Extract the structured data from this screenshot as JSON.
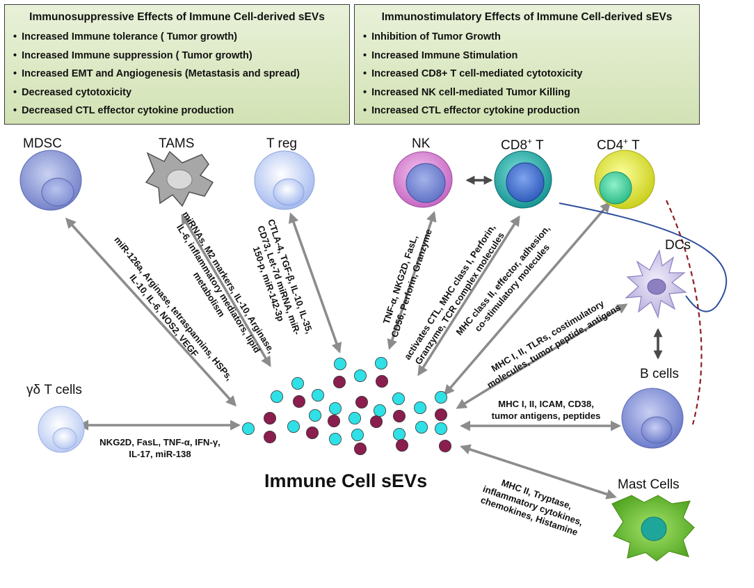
{
  "panels": {
    "suppressive": {
      "title": "Immunosuppressive Effects of Immune Cell-derived sEVs",
      "items": [
        "Increased Immune tolerance ( Tumor growth)",
        "Increased Immune suppression ( Tumor growth)",
        "Increased EMT and Angiogenesis (Metastasis and spread)",
        "Decreased cytotoxicity",
        "Decreased CTL effector cytokine production"
      ]
    },
    "stimulatory": {
      "title": "Immunostimulatory Effects of Immune Cell-derived sEVs",
      "items": [
        "Inhibition of Tumor Growth",
        "Increased Immune Stimulation",
        "Increased CD8+ T cell-mediated cytotoxicity",
        "Increased NK cell-mediated Tumor Killing",
        "Increased CTL effector cytokine production"
      ]
    }
  },
  "cells": {
    "mdsc": "MDSC",
    "tams": "TAMS",
    "treg": "T reg",
    "nk": "NK",
    "cd8": "CD8",
    "cd8_sup": "+",
    "cd8_suffix": " T",
    "cd4": "CD4",
    "cd4_sup": "+",
    "cd4_suffix": " T",
    "dcs": "DCs",
    "bcells": "B cells",
    "gdt": "γδ T cells",
    "mast": "Mast Cells"
  },
  "hub": {
    "title": "Immune Cell sEVs"
  },
  "edges": {
    "mdsc": [
      "miR-126a, Arginase, tetraspannins, HSPs,",
      "IL-10, IL-6, NOS2, VEGF"
    ],
    "tams": [
      "miRNAs, M2 markers, IL-10, Arginase,",
      "IL-6, inflammatory mediators, lipid",
      "metabolism"
    ],
    "treg": [
      "CTLA-4, TGF-β, IL-10, IL-35,",
      "CD73, Let-7d miRNA, miR-",
      "150-p, miR-142-3p"
    ],
    "nk": [
      "TNF-α, NKG2D, FasL,",
      "CD56, Perforin, Granzyme"
    ],
    "cd8": [
      "activates CTL, MHC class I, Perforin,",
      "Granzyme, TCR complex molecules"
    ],
    "cd4": [
      "MHC class II, effector, adhesion,",
      "co-stimulatory molecules"
    ],
    "dcs": [
      "MHC I, II, TLRs, costimulatory",
      "molecules, tumor peptide, antigens"
    ],
    "bcells": [
      "MHC I, II, ICAM, CD38,",
      "tumor antigens, peptides"
    ],
    "gdt": [
      "NKG2D, FasL, TNF-α, IFN-γ,",
      "IL-17, miR-138"
    ],
    "mast": [
      "MHC II, Tryptase,",
      "inflammatory cytokines,",
      "chemokines, Histamine"
    ]
  },
  "colors": {
    "panel_bg": "#dce8c6",
    "arrow": "#8c8c8c",
    "vesicle_cyan": "#2fe0e6",
    "vesicle_maroon": "#8a1e4e"
  }
}
